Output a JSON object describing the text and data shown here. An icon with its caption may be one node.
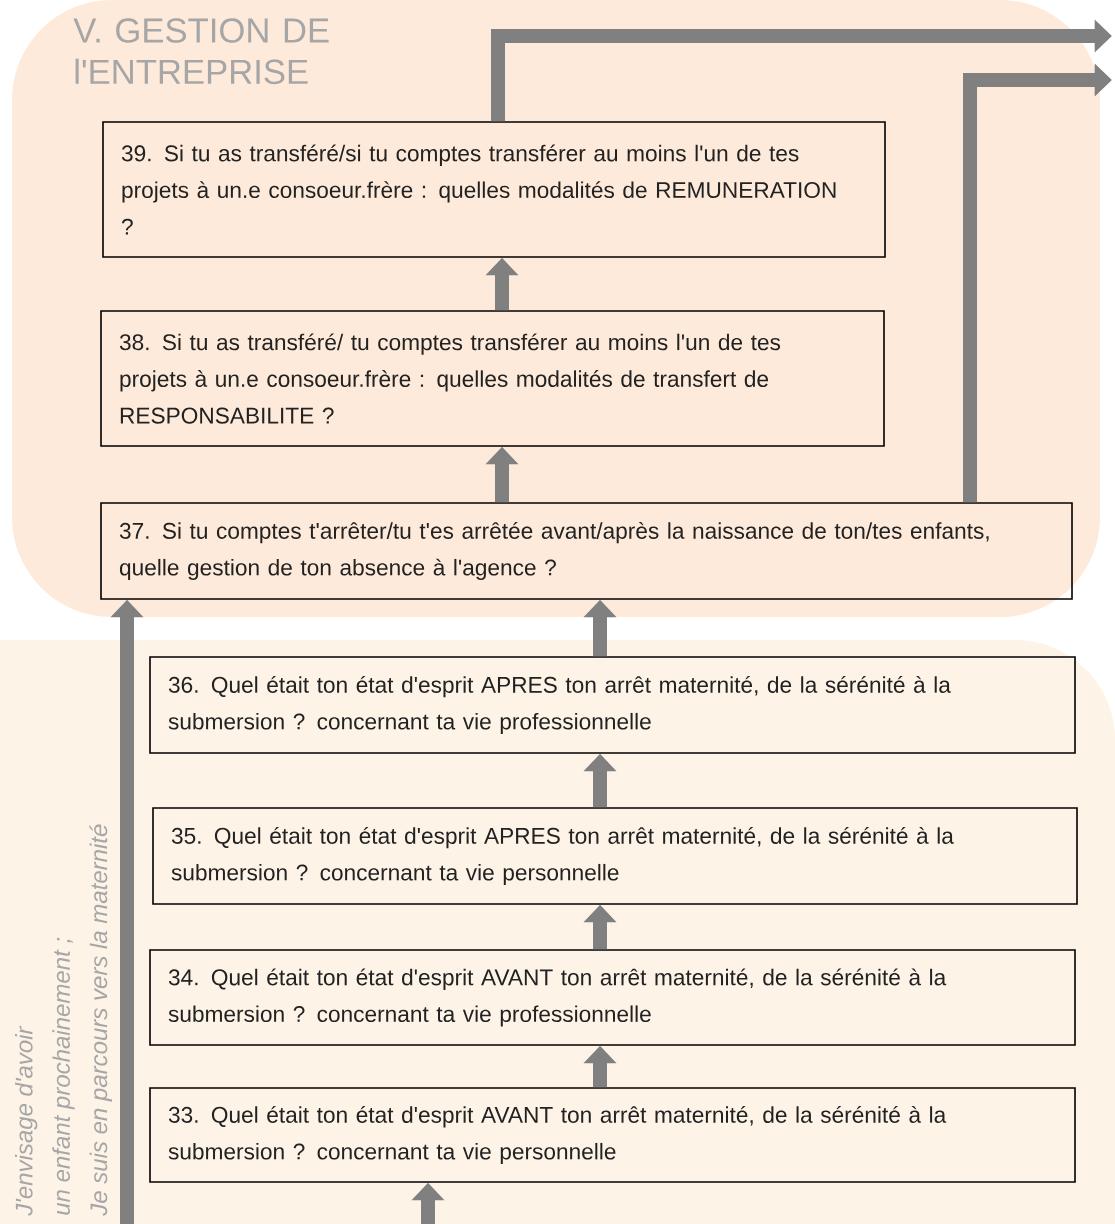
{
  "diagram": {
    "nodes": [
      {
        "text": [
          "V. GESTION DE l'ENTREPRISE"
        ]
      },
      {
        "text": [
          "39. Si tu as transféré/si tu comptes transférer au moins l'un de tes projets à un.e consoeur.frère : quelles modalités de REMUNERATION ?"
        ],
        "in": 0
      },
      {
        "text": [
          "38. Si tu as transféré/ tu comptes transférer au moins l'un de tes projets à un.e consoeur.frère : quelles modalités de transfert de RESPONSABILITE ?"
        ],
        "in": 0
      },
      {
        "text": [
          "37. Si tu comptes t'arrêter/tu t'es arrêtée avant/après la naissance de ton/tes enfants, quelle gestion de ton absence à l'agence ?"
        ],
        "in": 0
      },
      {
        "text": [
          "J'envisage d'avoir",
          "un enfant prochainement ;",
          "Je suis en parcours vers la maternité"
        ]
      },
      {
        "text": [
          "36. Quel était ton état d'esprit APRES ton arrêt maternité, de la sérénité à la submersion ? concernant ta vie professionnelle"
        ],
        "in": 4
      },
      {
        "text": [
          "35. Quel était ton état d'esprit APRES ton arrêt maternité, de la sérénité à la submersion ? concernant ta vie personnelle"
        ],
        "in": 4
      },
      {
        "text": [
          "34. Quel était ton état d'esprit AVANT ton arrêt maternité, de la sérénité à la submersion ? concernant ta vie professionnelle"
        ],
        "in": 4
      },
      {
        "text": [
          "33. Quel était ton état d'esprit AVANT ton arrêt maternité, de la sérénité à la submersion ? concernant ta vie personnelle"
        ],
        "in": 4
      }
    ],
    "edges": [
      {
        "from": 2,
        "to": 1,
        "arrow": "to"
      },
      {
        "from": 3,
        "to": 2,
        "arrow": "to"
      },
      {
        "from": 5,
        "to": 3,
        "arrow": "to"
      },
      {
        "from": 6,
        "to": 5,
        "arrow": "to"
      },
      {
        "from": 7,
        "to": 6,
        "arrow": "to"
      },
      {
        "from": 8,
        "to": 7,
        "arrow": "to"
      },
      {
        "from": null,
        "to": 8,
        "arrow": "to"
      },
      {
        "from": 4,
        "to": 3,
        "arrow": "to"
      },
      {
        "from": 1,
        "to": null,
        "arrow": "to"
      },
      {
        "from": 3,
        "to": null,
        "arrow": "to"
      }
    ]
  }
}
